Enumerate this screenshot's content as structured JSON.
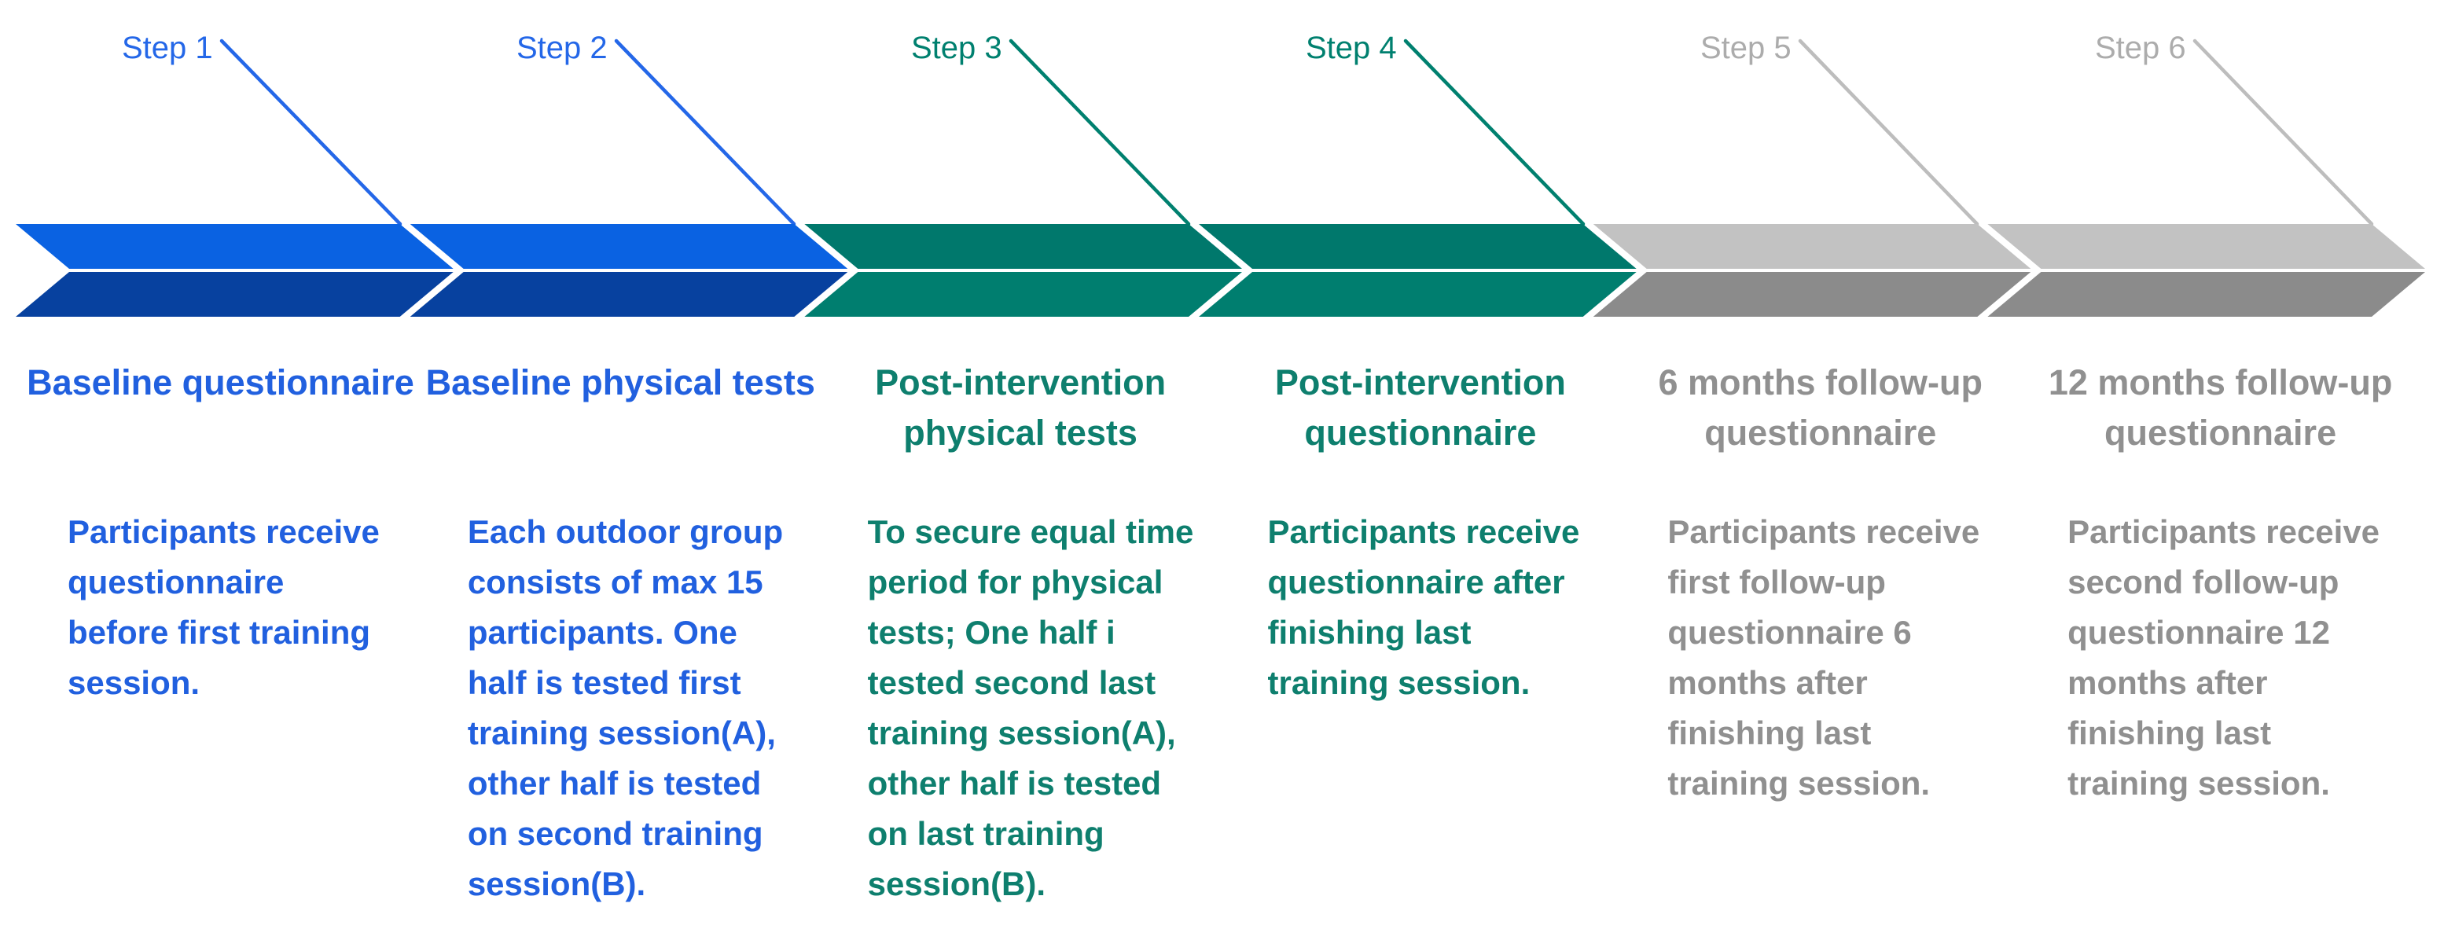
{
  "palette": {
    "blue_top": "#0A62E2",
    "blue_bottom": "#07419F",
    "teal_top": "#00786C",
    "teal_bottom": "#007E6F",
    "gray_top": "#C2C2C2",
    "gray_bottom": "#8B8B8B",
    "blue_text": "#2160DF",
    "teal_text": "#0E7F6E",
    "gray_text": "#909090",
    "blue_label": "#2467E8",
    "teal_label": "#00806F",
    "gray_label": "#ACACAC",
    "connector_blue": "#2467E8",
    "connector_teal": "#00806F",
    "connector_gray": "#BDBDBD"
  },
  "steps": [
    {
      "label": "Step 1",
      "title": "Baseline questionnaire",
      "description": "Participants receive questionnaire before first training session.",
      "color_group": "blue"
    },
    {
      "label": "Step 2",
      "title": "Baseline physical tests",
      "description": "Each outdoor group consists of max 15 participants. One half is tested first training session(A), other half is tested on second training session(B).",
      "color_group": "blue"
    },
    {
      "label": "Step 3",
      "title": "Post-intervention physical tests",
      "description": "To secure equal time period for physical tests; One half i tested second last training session(A), other half is tested on last training session(B).",
      "color_group": "teal"
    },
    {
      "label": "Step 4",
      "title": "Post-intervention questionnaire",
      "description": "Participants receive questionnaire after finishing last training session.",
      "color_group": "teal"
    },
    {
      "label": "Step 5",
      "title": "6 months follow-up questionnaire",
      "description": "Participants receive first follow-up questionnaire 6 months after finishing last training session.",
      "color_group": "gray"
    },
    {
      "label": "Step 6",
      "title": "12 months follow-up questionnaire",
      "description": "Participants receive second follow-up questionnaire 12 months after finishing last training session.",
      "color_group": "gray"
    }
  ]
}
